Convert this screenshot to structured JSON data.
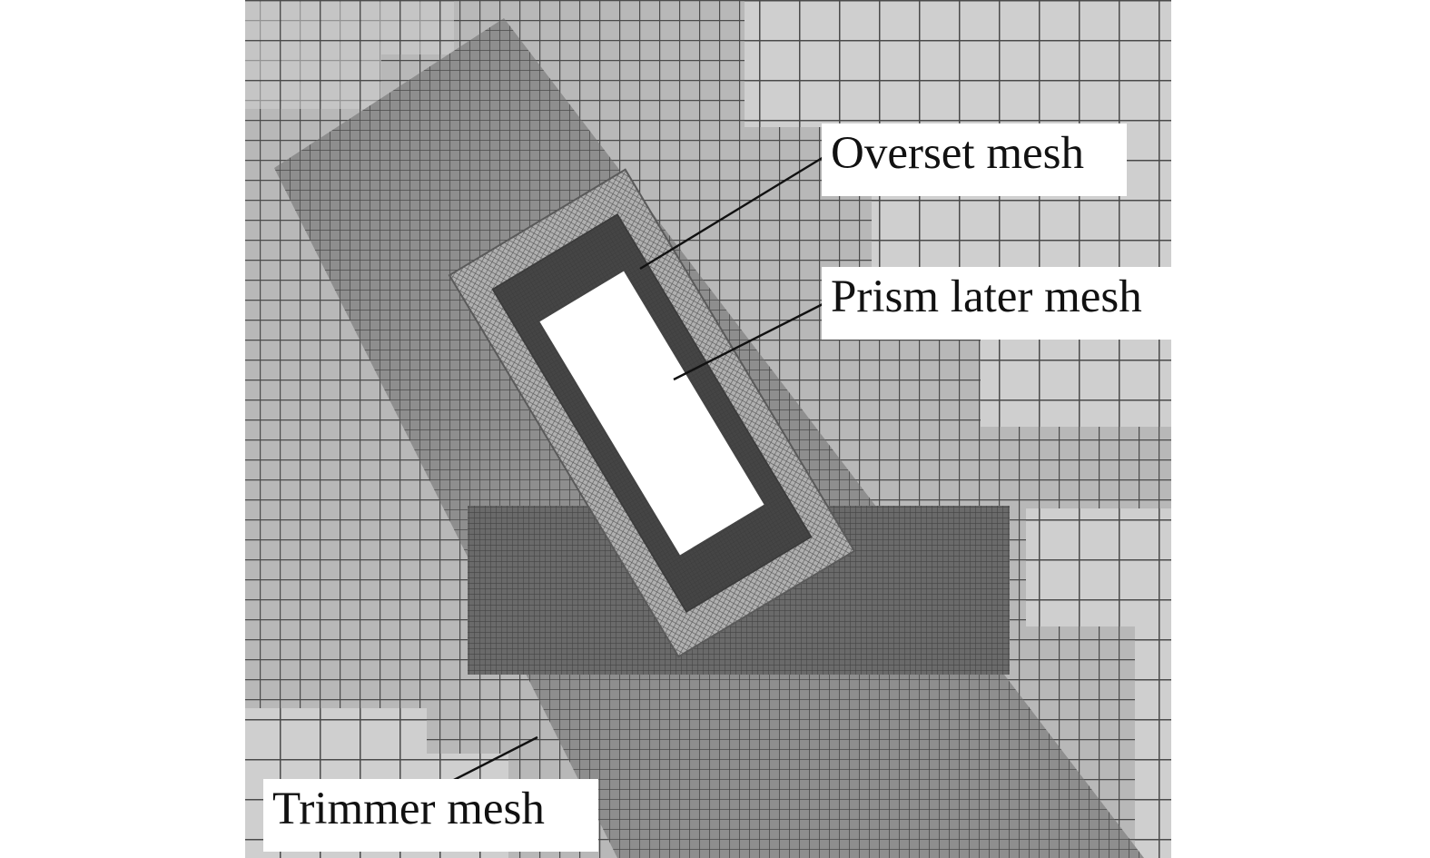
{
  "figure": {
    "labels": {
      "overset": "Overset mesh",
      "prism": "Prism later mesh",
      "trimmer": "Trimmer mesh"
    },
    "colors": {
      "background": "#ffffff",
      "coarse_cell_fill": "#cfcfcf",
      "fine_cell_fill": "#8e8e8e",
      "grid_line": "#4a4a4a",
      "refined_band": "#6a6a6a",
      "dense_block": "#4f4f4f",
      "overset_frame": "#a9a9a9",
      "prism_layer": "#3c3c3c",
      "body": "#ffffff",
      "leader_line": "#111111"
    }
  }
}
